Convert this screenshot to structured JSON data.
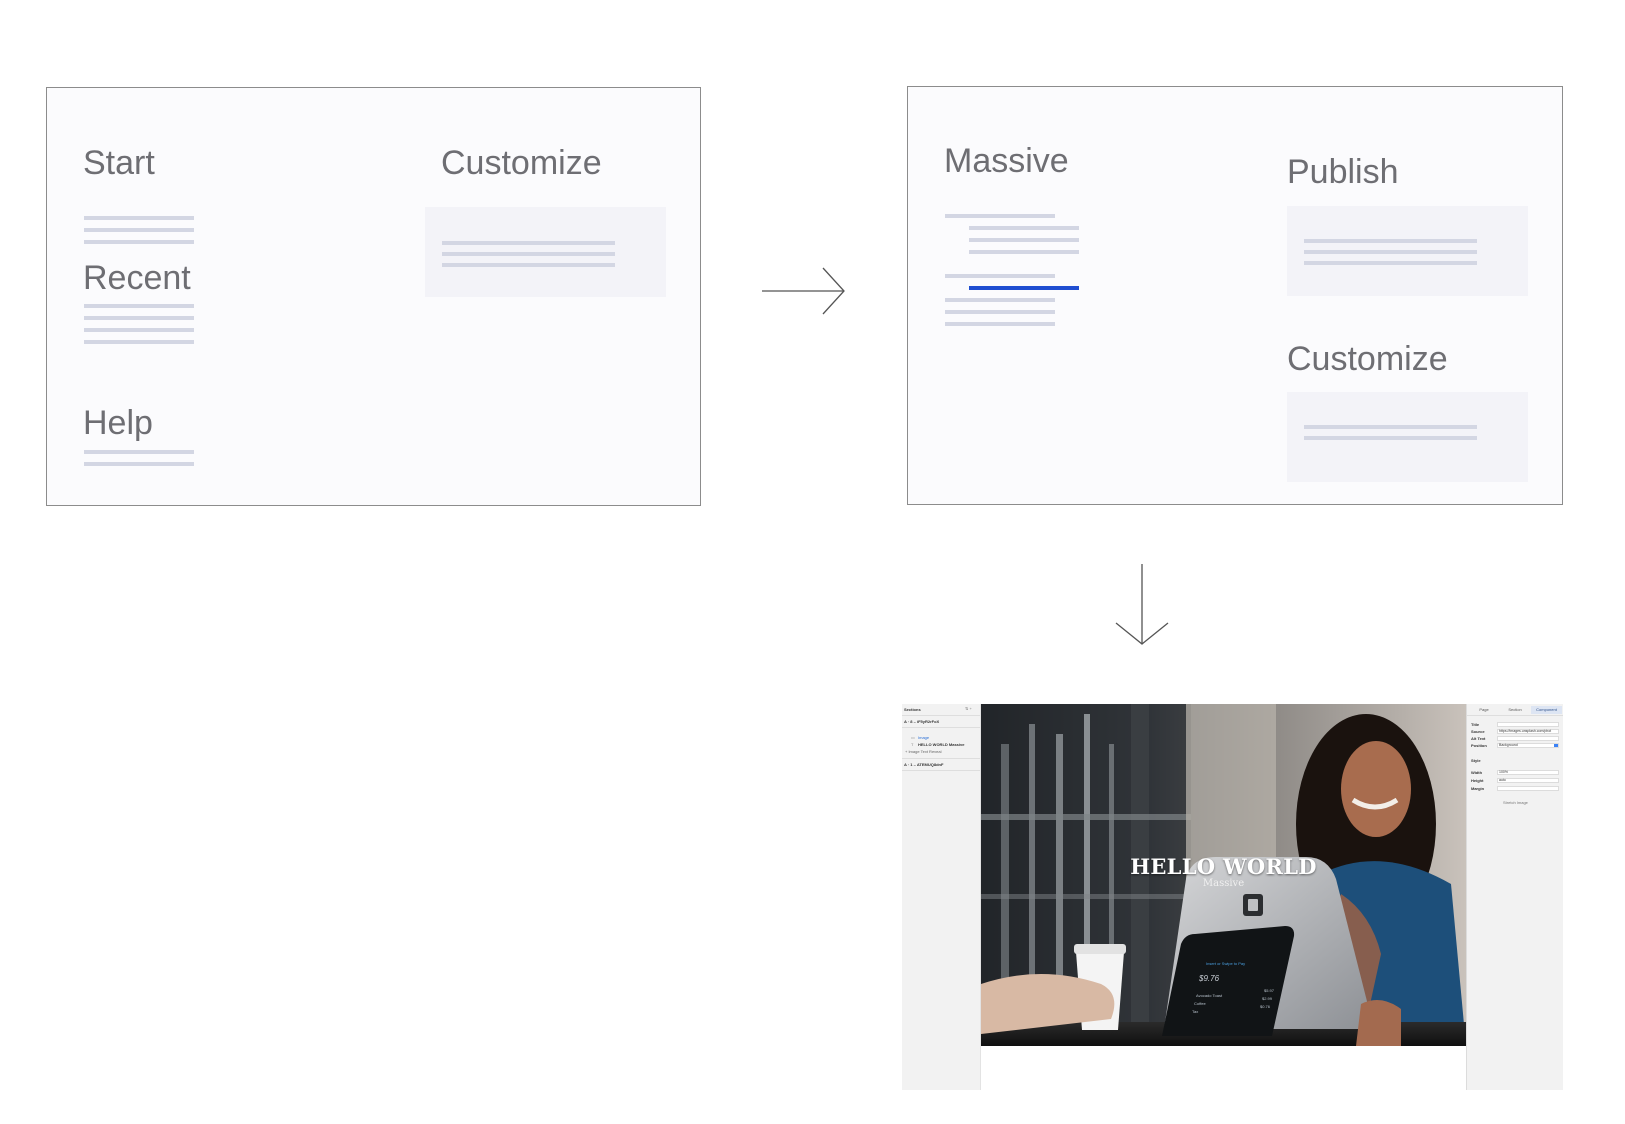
{
  "panel_before": {
    "start": "Start",
    "recent": "Recent",
    "help": "Help",
    "customize": "Customize"
  },
  "panel_after": {
    "massive": "Massive",
    "publish": "Publish",
    "customize": "Customize"
  },
  "screenshot": {
    "left_sidebar": {
      "title": "Sections",
      "section_1": "A · 8 – iF5yR2rFoX",
      "item_image": "Image",
      "item_text": "HELLO WORLD Massive",
      "item_reveal": "+ Image Text Reveal",
      "section_2": "A · 1 – ATEMUQ8dnF"
    },
    "hero": {
      "title": "HELLO WORLD",
      "subtitle": "Massive"
    },
    "tablet": {
      "link": "Insert or Swipe to Pay",
      "price": "$9.76",
      "row1_label": "Avocado Toast",
      "row1_value": "$5.97",
      "row2_label": "Coffee",
      "row2_value": "$2.99",
      "row3_label": "Tax",
      "row3_value": "$0.76"
    },
    "right_sidebar": {
      "tabs": [
        "Page",
        "Section",
        "Component"
      ],
      "fields": {
        "title_label": "Title",
        "source_label": "Source",
        "source_value": "https://images.unsplash.com/phot",
        "alt_label": "Alt Text",
        "position_label": "Position",
        "position_value": "Background",
        "style_label": "Style",
        "width_label": "Width",
        "width_value": "100%",
        "height_label": "Height",
        "height_value": "auto",
        "margin_label": "Margin"
      },
      "footer": "Stretch Image"
    }
  },
  "colors": {
    "accent_line": "#1f4ed1",
    "placeholder_line": "#d3d6e3",
    "heading": "#6e6e73",
    "panel_border": "#8c8c8c"
  }
}
